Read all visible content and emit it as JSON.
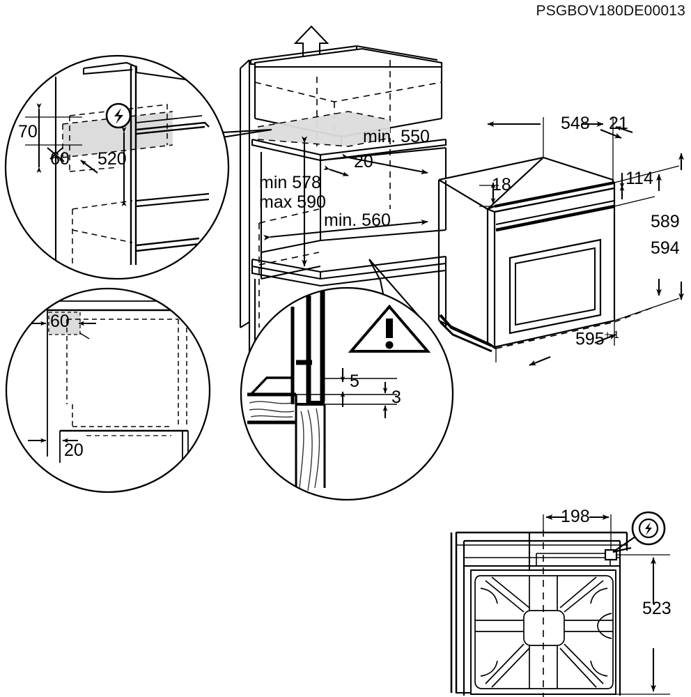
{
  "document": {
    "id": "PSGBOV180DE00013",
    "type": "installation-dimension-drawing",
    "units": "mm",
    "title_position": "top-right"
  },
  "colors": {
    "line": "#000000",
    "background": "#ffffff",
    "highlight_fill": "#dcdcdc",
    "thin_line": "#444444"
  },
  "views": {
    "detail_top_left": {
      "name": "cabinet-top-detail-circle",
      "shape": "circle",
      "labels": [
        {
          "key": "d70",
          "text": "70"
        },
        {
          "key": "d60",
          "text": "60"
        },
        {
          "key": "d520",
          "text": "520"
        }
      ],
      "icons": [
        "electrical-connection-icon"
      ]
    },
    "detail_bottom_left": {
      "name": "cabinet-base-detail-circle",
      "shape": "circle",
      "labels": [
        {
          "key": "d60",
          "text": "60",
          "highlighted": true
        },
        {
          "key": "d20",
          "text": "20"
        }
      ]
    },
    "cabinet_center": {
      "name": "cabinet-niche-view",
      "labels": [
        {
          "key": "min550",
          "text": "min. 550"
        },
        {
          "key": "d20",
          "text": "20"
        },
        {
          "key": "min578",
          "text": "min 578"
        },
        {
          "key": "max590",
          "text": "max 590"
        },
        {
          "key": "min560",
          "text": "min. 560"
        }
      ],
      "icons": [
        "ventilation-up-arrow-icon"
      ]
    },
    "detail_bottom_center": {
      "name": "worktop-panel-detail-circle",
      "shape": "circle",
      "labels": [
        {
          "key": "d5",
          "text": "5"
        },
        {
          "key": "d3",
          "text": "3"
        }
      ],
      "icons": [
        "warning-triangle-icon"
      ]
    },
    "oven_front": {
      "name": "oven-isometric-view",
      "labels": [
        {
          "key": "d548",
          "text": "548"
        },
        {
          "key": "d21",
          "text": "21"
        },
        {
          "key": "d18",
          "text": "18"
        },
        {
          "key": "d114",
          "text": "114"
        },
        {
          "key": "d589",
          "text": "589"
        },
        {
          "key": "d594",
          "text": "594"
        },
        {
          "key": "d595",
          "text": "595",
          "tolerance": "+-1"
        }
      ]
    },
    "oven_rear": {
      "name": "oven-rear-view",
      "labels": [
        {
          "key": "d198",
          "text": "198"
        },
        {
          "key": "d523",
          "text": "523"
        }
      ],
      "icons": [
        "electrical-connection-icon"
      ]
    }
  },
  "chart_data": {
    "type": "table",
    "title": "PSGBOV180DE00013",
    "categories": [
      "70",
      "60",
      "520",
      "60",
      "20",
      "min. 550",
      "20",
      "min 578",
      "max 590",
      "min. 560",
      "5",
      "3",
      "548",
      "21",
      "18",
      "114",
      "589",
      "594",
      "595+-1",
      "198",
      "523"
    ],
    "values": [
      70,
      60,
      520,
      60,
      20,
      550,
      20,
      578,
      590,
      560,
      5,
      3,
      548,
      21,
      18,
      114,
      589,
      594,
      595,
      198,
      523
    ]
  }
}
